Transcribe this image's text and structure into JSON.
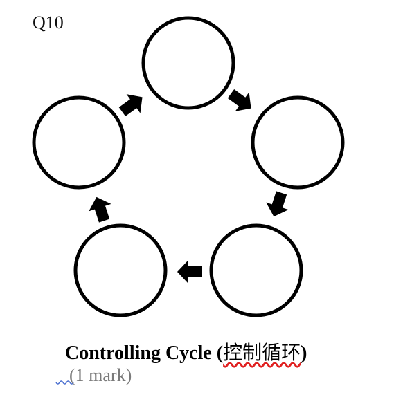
{
  "question_label": "Q10",
  "caption": {
    "prefix": "Controlling Cycle (",
    "chinese": "控制循环",
    "suffix": ")"
  },
  "mark_text": "(1 mark)",
  "cycle": {
    "node_count": 5,
    "nodes": [
      "",
      "",
      "",
      "",
      ""
    ],
    "direction": "clockwise"
  },
  "colors": {
    "stroke": "#000000",
    "spellcheck": "#e02020",
    "mark_text": "#7a7a7a",
    "squiggle": "#4a6fd0"
  }
}
